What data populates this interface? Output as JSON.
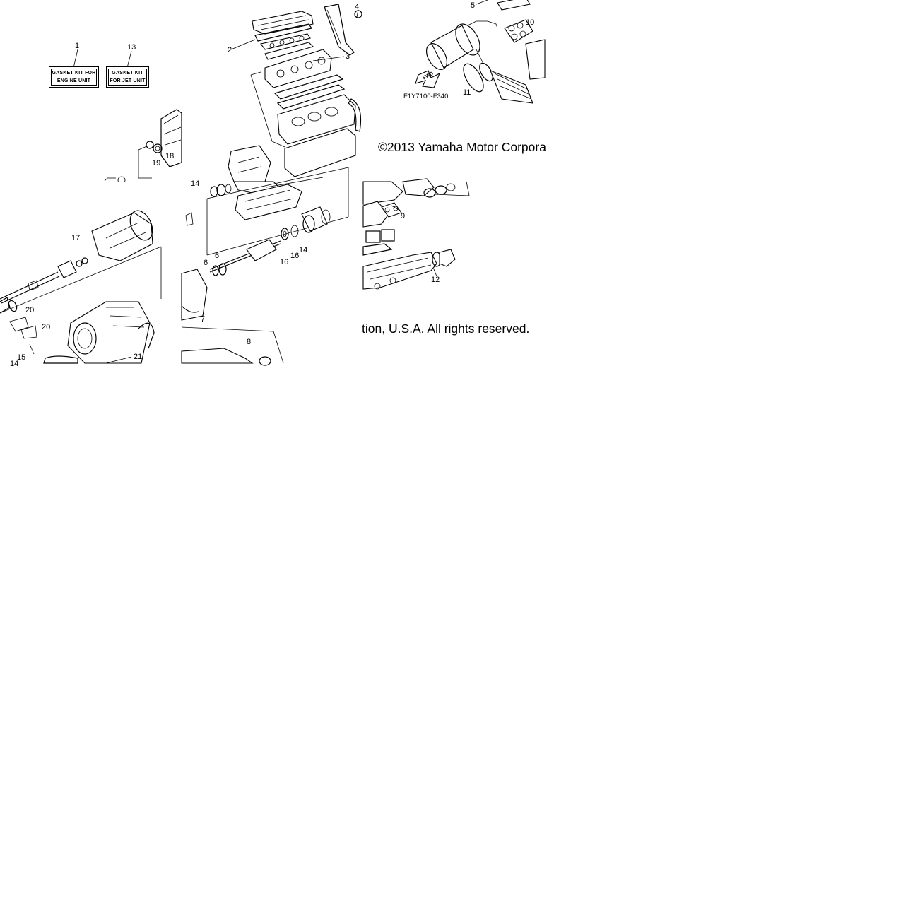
{
  "kits": [
    {
      "number": "1",
      "line1": "GASKET KIT FOR",
      "line2": "ENGINE UNIT"
    },
    {
      "number": "13",
      "line1": "GASKET KIT",
      "line2": "FOR JET UNIT"
    }
  ],
  "callouts": {
    "t1": [
      "19",
      "18"
    ],
    "t2": [
      "4",
      "2",
      "3"
    ],
    "t3": [
      "5",
      "10",
      "11"
    ],
    "t4": [
      "17",
      "20",
      "20",
      "21",
      "15",
      "14"
    ],
    "t5": [
      "14",
      "6",
      "6",
      "16",
      "16",
      "14",
      "7",
      "8"
    ],
    "t6": [
      "9",
      "12"
    ]
  },
  "figure_code": "F1Y7100-F340",
  "fwd_label": "FWD",
  "copyright_part1": "©2013 Yamaha Motor Corpora",
  "copyright_part2": "tion, U.S.A. All rights reserved.",
  "colors": {
    "ink": "#000000",
    "paper": "#ffffff"
  }
}
